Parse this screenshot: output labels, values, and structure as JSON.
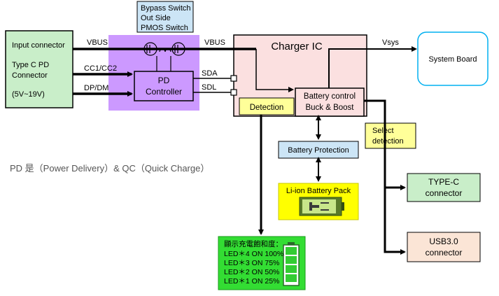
{
  "diagram": {
    "bypass_box": {
      "lines": [
        "Bypass Switch",
        "Out Side",
        "PMOS Switch"
      ],
      "fill": "#cce5f6"
    },
    "input_box": {
      "title": "Input connector",
      "lines": [
        "Type C PD",
        "Connector",
        "(5V~19V)"
      ],
      "fill": "#c9eec9"
    },
    "signals": {
      "vbus_in": "VBUS",
      "vbus_out": "VBUS",
      "cc": "CC1/CC2",
      "dp": "DP/DM",
      "sda": "SDA",
      "sdl": "SDL",
      "vsys": "Vsys"
    },
    "pd_region_fill": "#cc99ff",
    "pd_controller": {
      "lines": [
        "PD",
        "Controller"
      ]
    },
    "charger_ic": {
      "title": "Charger IC",
      "fill": "#fbe0e0"
    },
    "detection": {
      "label": "Detection",
      "fill": "#ffff99"
    },
    "battery_control": {
      "lines": [
        "Battery control",
        "Buck & Boost"
      ]
    },
    "system_board": {
      "label": "System Board",
      "border": "#00b0f0"
    },
    "battery_protection": {
      "label": "Battery Protection",
      "fill": "#cce5f6"
    },
    "battery_pack": {
      "label": "Li-ion Battery Pack",
      "fill": "#ffff00"
    },
    "select_detection": {
      "lines": [
        "Select",
        "detection"
      ],
      "fill": "#ffff99"
    },
    "type_c": {
      "lines": [
        "TYPE-C",
        "connector"
      ],
      "fill": "#c9eec9"
    },
    "usb3": {
      "lines": [
        "USB3.0",
        "connector"
      ],
      "fill": "#fbe5d6"
    },
    "pd_note": "PD 是（Power Delivery）& QC（Quick Charge）",
    "led_box": {
      "title": "顯示充電飽和度：",
      "lines": [
        "LED＊4 ON 100%",
        "LED＊3 ON 75%",
        "LED＊2 ON 50%",
        "LED＊1 ON 25%"
      ],
      "fill": "#33dd33"
    }
  }
}
